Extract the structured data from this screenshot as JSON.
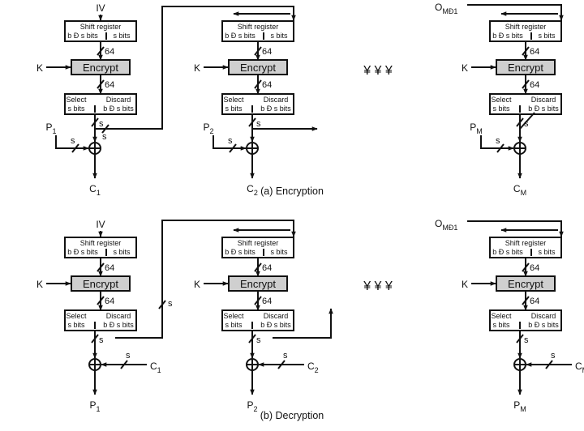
{
  "labels": {
    "iv": "IV",
    "o_m1_main": "O",
    "o_m1_sub": "MÐ1",
    "k": "K",
    "encrypt": "Encrypt",
    "shift_register": "Shift register",
    "b_minus_s_bits": "b Ð s bits",
    "s_bits": "s bits",
    "select": "Select",
    "discard": "Discard",
    "n64": "64",
    "s": "s",
    "ellipsis": "¥ ¥ ¥"
  },
  "encryption": {
    "caption": "(a) Encryption",
    "inputs": [
      {
        "main": "P",
        "sub": "1"
      },
      {
        "main": "P",
        "sub": "2"
      },
      {
        "main": "P",
        "sub": "M"
      }
    ],
    "outputs": [
      {
        "main": "C",
        "sub": "1"
      },
      {
        "main": "C",
        "sub": "2"
      },
      {
        "main": "C",
        "sub": "M"
      }
    ]
  },
  "decryption": {
    "caption": "(b) Decryption",
    "inputs": [
      {
        "main": "C",
        "sub": "1"
      },
      {
        "main": "C",
        "sub": "2"
      },
      {
        "main": "C",
        "sub": "M"
      }
    ],
    "outputs": [
      {
        "main": "P",
        "sub": "1"
      },
      {
        "main": "P",
        "sub": "2"
      },
      {
        "main": "P",
        "sub": "M"
      }
    ]
  }
}
